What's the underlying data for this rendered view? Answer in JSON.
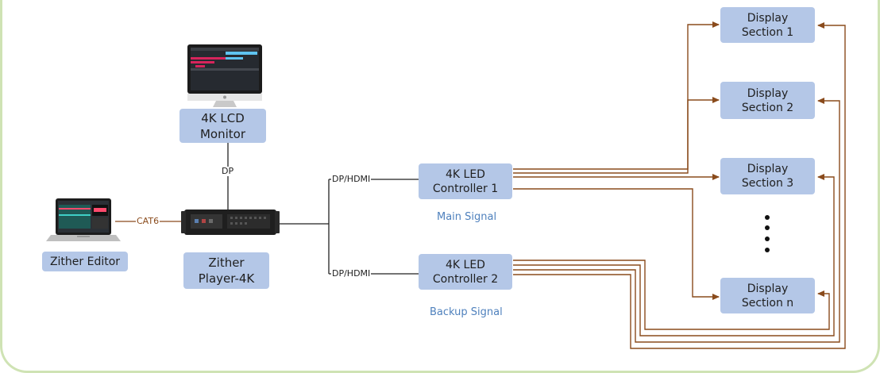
{
  "nodes": {
    "monitor_label": "4K LCD\nMonitor",
    "player_label": "Zither\nPlayer-4K",
    "editor_label": "Zither Editor",
    "controller1_label": "4K LED\nController 1",
    "controller2_label": "4K LED\nController 2",
    "display1_label": "Display\nSection 1",
    "display2_label": "Display\nSection 2",
    "display3_label": "Display\nSection 3",
    "displayn_label": "Display\nSection n"
  },
  "connections": {
    "dp_label": "DP",
    "cat6_label": "CAT6",
    "dp_hdmi_top_label": "DP/HDMI",
    "dp_hdmi_bottom_label": "DP/HDMI"
  },
  "signals": {
    "main_label": "Main Signal",
    "backup_label": "Backup Signal"
  },
  "colors": {
    "box_fill": "#b4c7e7",
    "cable_brown": "#8a4b1c",
    "frame_green": "#cfe3b4",
    "signal_blue": "#4f81bd"
  }
}
